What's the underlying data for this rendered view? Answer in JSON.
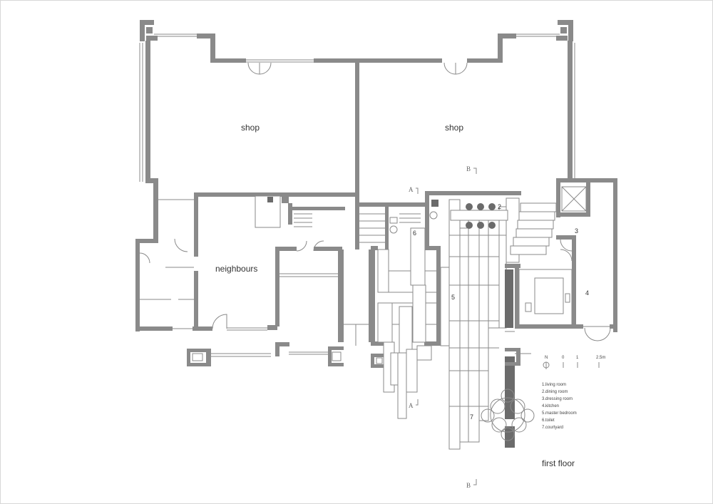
{
  "rooms": {
    "shop_left": "shop",
    "shop_right": "shop",
    "neighbours": "neighbours"
  },
  "room_numbers": {
    "n2": "2",
    "n3": "3",
    "n4": "4",
    "n5": "5",
    "n6": "6",
    "n7": "7"
  },
  "section_marks": {
    "b_top": "B",
    "a_top": "A",
    "a_bottom": "A",
    "b_bottom": "B"
  },
  "north_label": "N",
  "scale_labels": [
    "0",
    "1",
    "2.5m"
  ],
  "legend": [
    "1.living room",
    "2.dining room",
    "3.dressing room",
    "4.kitchen",
    "5.master bedroom",
    "6.toilet",
    "7.courtyard"
  ],
  "drawing_title": "first floor",
  "colors": {
    "wall": "#8a8a8a",
    "background": "#ffffff",
    "text": "#333333"
  }
}
